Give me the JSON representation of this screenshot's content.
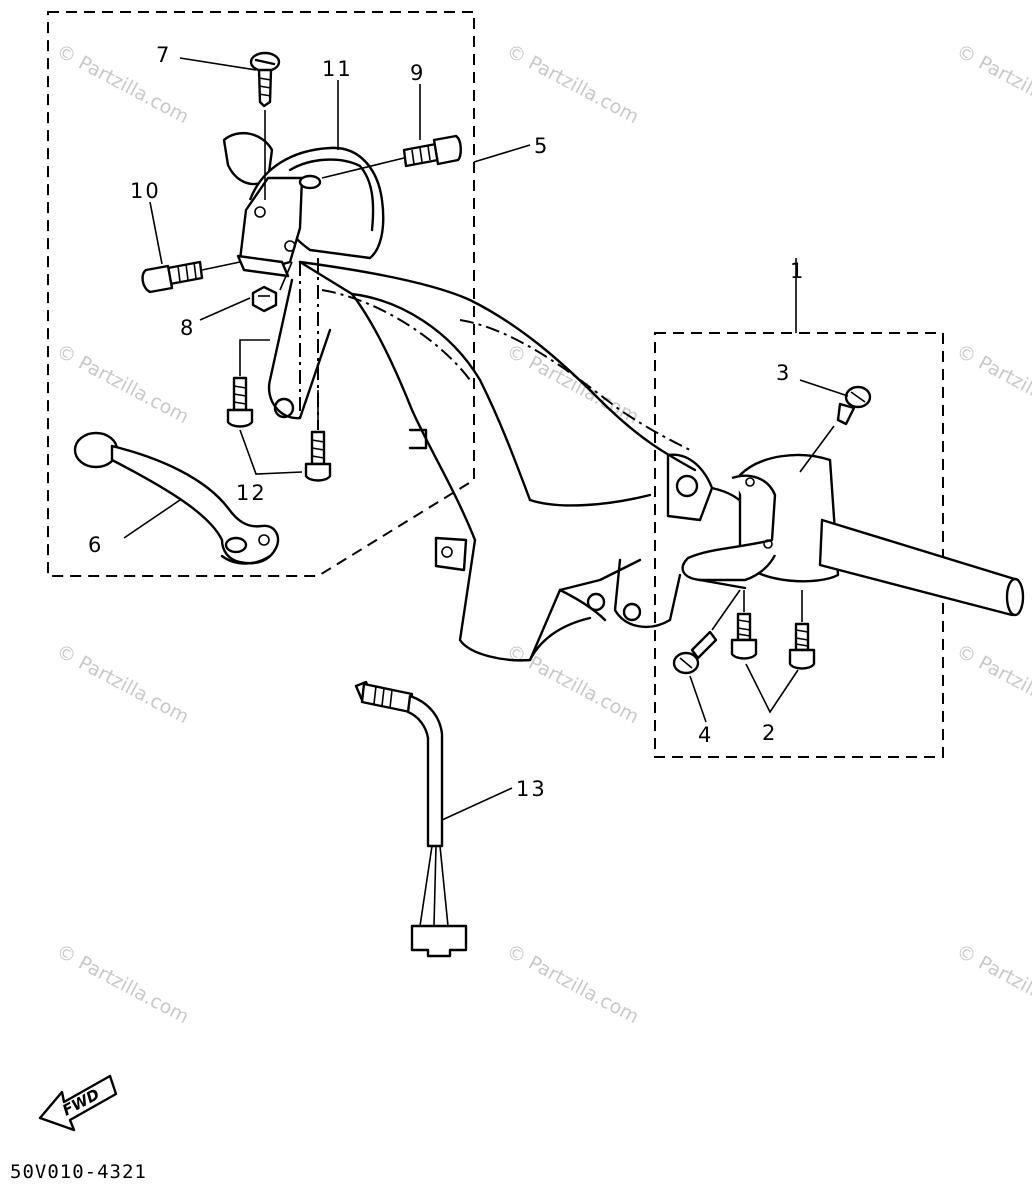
{
  "callouts": [
    {
      "id": "c1",
      "label": "1"
    },
    {
      "id": "c2",
      "label": "2"
    },
    {
      "id": "c3",
      "label": "3"
    },
    {
      "id": "c4",
      "label": "4"
    },
    {
      "id": "c5",
      "label": "5"
    },
    {
      "id": "c6",
      "label": "6"
    },
    {
      "id": "c7",
      "label": "7"
    },
    {
      "id": "c8",
      "label": "8"
    },
    {
      "id": "c9",
      "label": "9"
    },
    {
      "id": "c10",
      "label": "10"
    },
    {
      "id": "c11",
      "label": "11"
    },
    {
      "id": "c12",
      "label": "12"
    },
    {
      "id": "c13",
      "label": "13"
    }
  ],
  "watermark": "© Partzilla.com",
  "diagram_code": "50V010-4321",
  "fwd_label": "FWD"
}
